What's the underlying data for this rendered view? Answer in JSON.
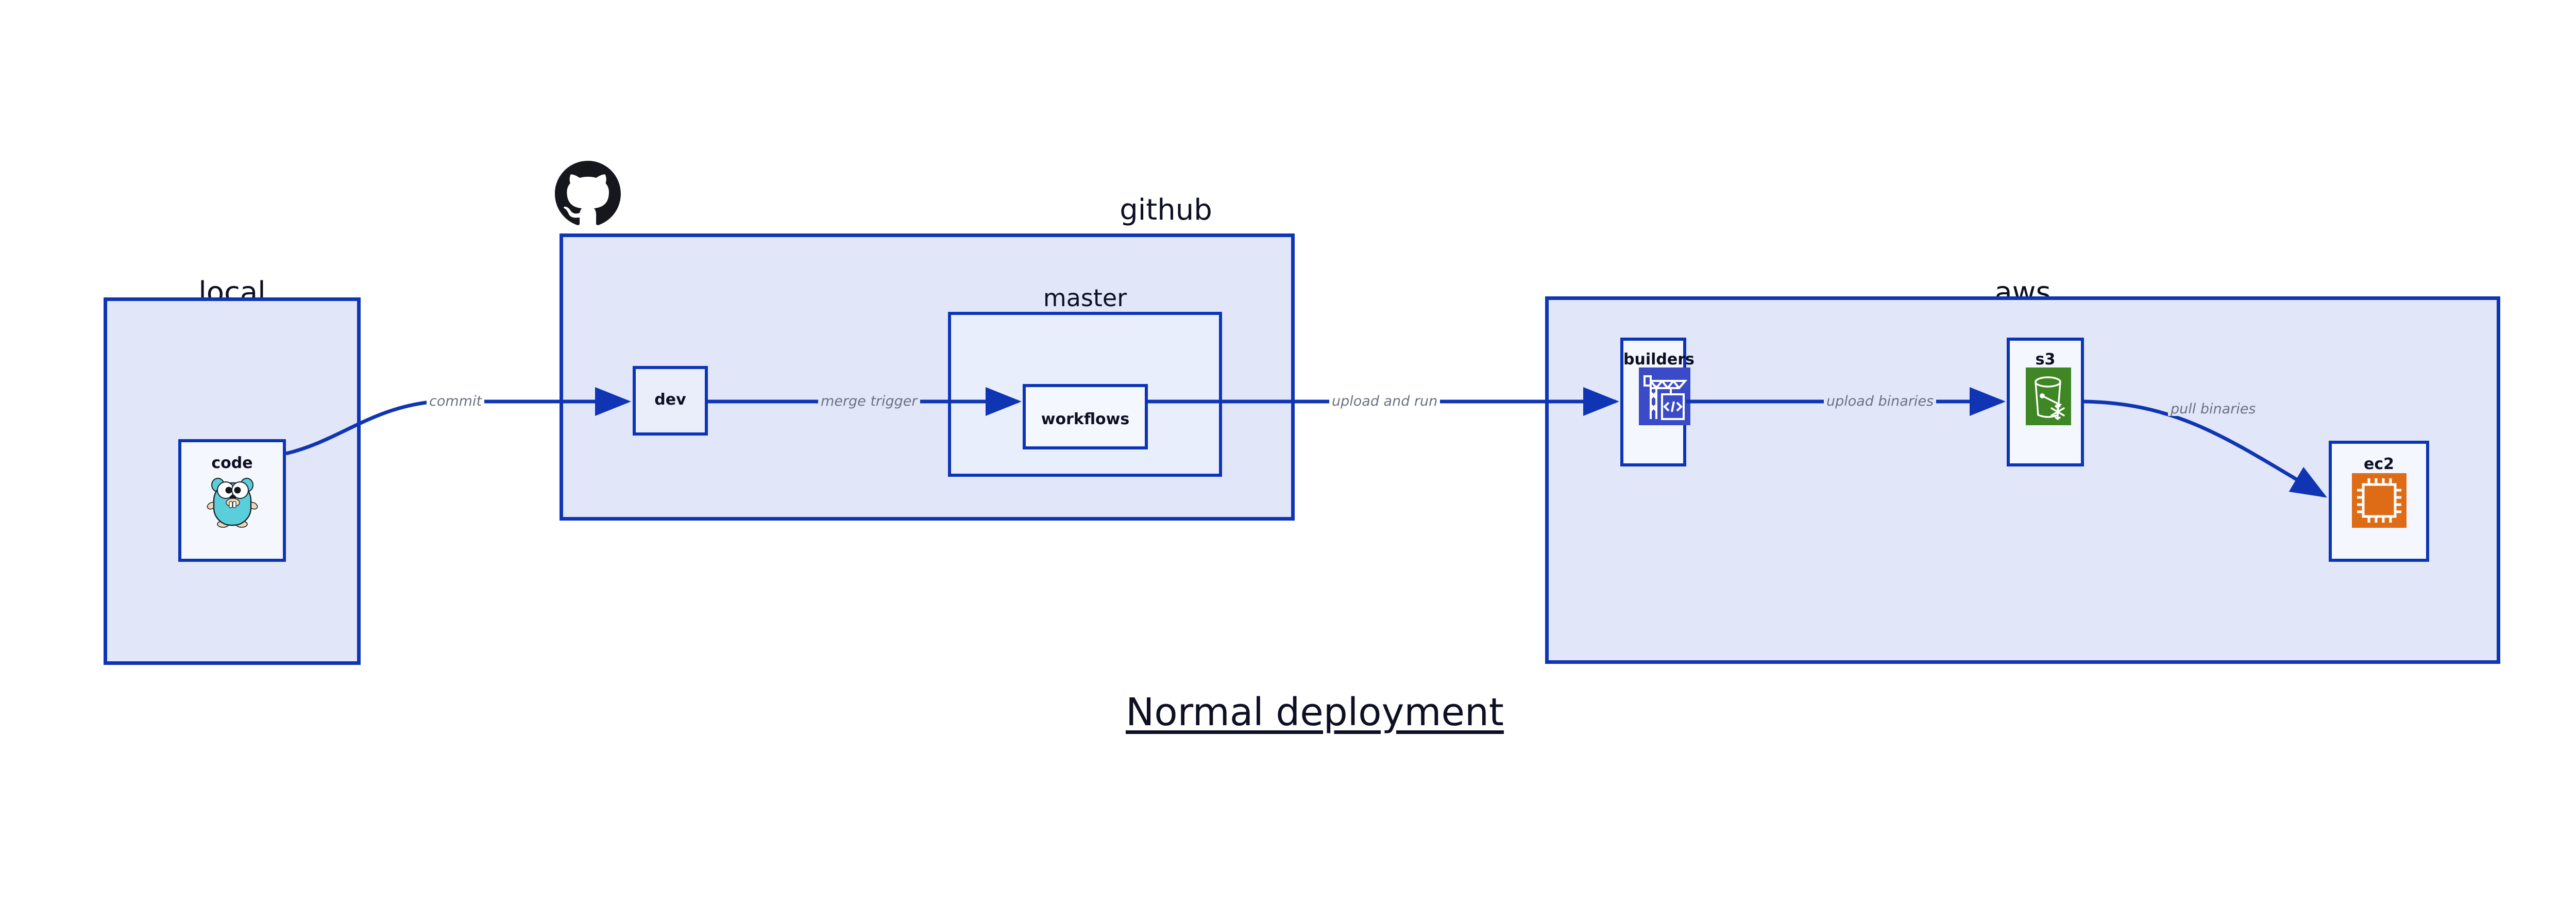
{
  "diagram": {
    "title": "Normal deployment",
    "groups": [
      {
        "id": "local",
        "label": "local"
      },
      {
        "id": "github",
        "label": "github"
      },
      {
        "id": "aws",
        "label": "aws"
      }
    ],
    "subgroups": [
      {
        "id": "master",
        "label": "master",
        "parent": "github"
      }
    ],
    "nodes": [
      {
        "id": "code",
        "label": "code",
        "group": "local",
        "icon": "go-gopher-icon"
      },
      {
        "id": "dev",
        "label": "dev",
        "group": "github",
        "icon": ""
      },
      {
        "id": "workflows",
        "label": "workflows",
        "group": "master",
        "icon": ""
      },
      {
        "id": "builders",
        "label": "builders",
        "group": "aws",
        "icon": "aws-codebuild-icon"
      },
      {
        "id": "s3",
        "label": "s3",
        "group": "aws",
        "icon": "aws-s3-glacier-icon"
      },
      {
        "id": "ec2",
        "label": "ec2",
        "group": "aws",
        "icon": "aws-ec2-icon"
      }
    ],
    "edges": [
      {
        "from": "code",
        "to": "dev",
        "label": "commit"
      },
      {
        "from": "dev",
        "to": "workflows",
        "label": "merge trigger"
      },
      {
        "from": "workflows",
        "to": "builders",
        "label": "upload and run"
      },
      {
        "from": "builders",
        "to": "s3",
        "label": "upload binaries"
      },
      {
        "from": "s3",
        "to": "ec2",
        "label": "pull binaries"
      }
    ],
    "icons": {
      "github_logo": "github-octocat-icon"
    },
    "colors": {
      "group_fill": "#e1e7f9",
      "node_fill": "#eaeefb",
      "border": "#0b34b8",
      "edge_stroke": "#0f35b5",
      "edge_label": "#6b7280",
      "text": "#0d0f22",
      "codebuild": "#3b4bc8",
      "s3_glacier": "#3f8624",
      "ec2": "#de6c16",
      "gopher": "#5bcedb"
    }
  }
}
